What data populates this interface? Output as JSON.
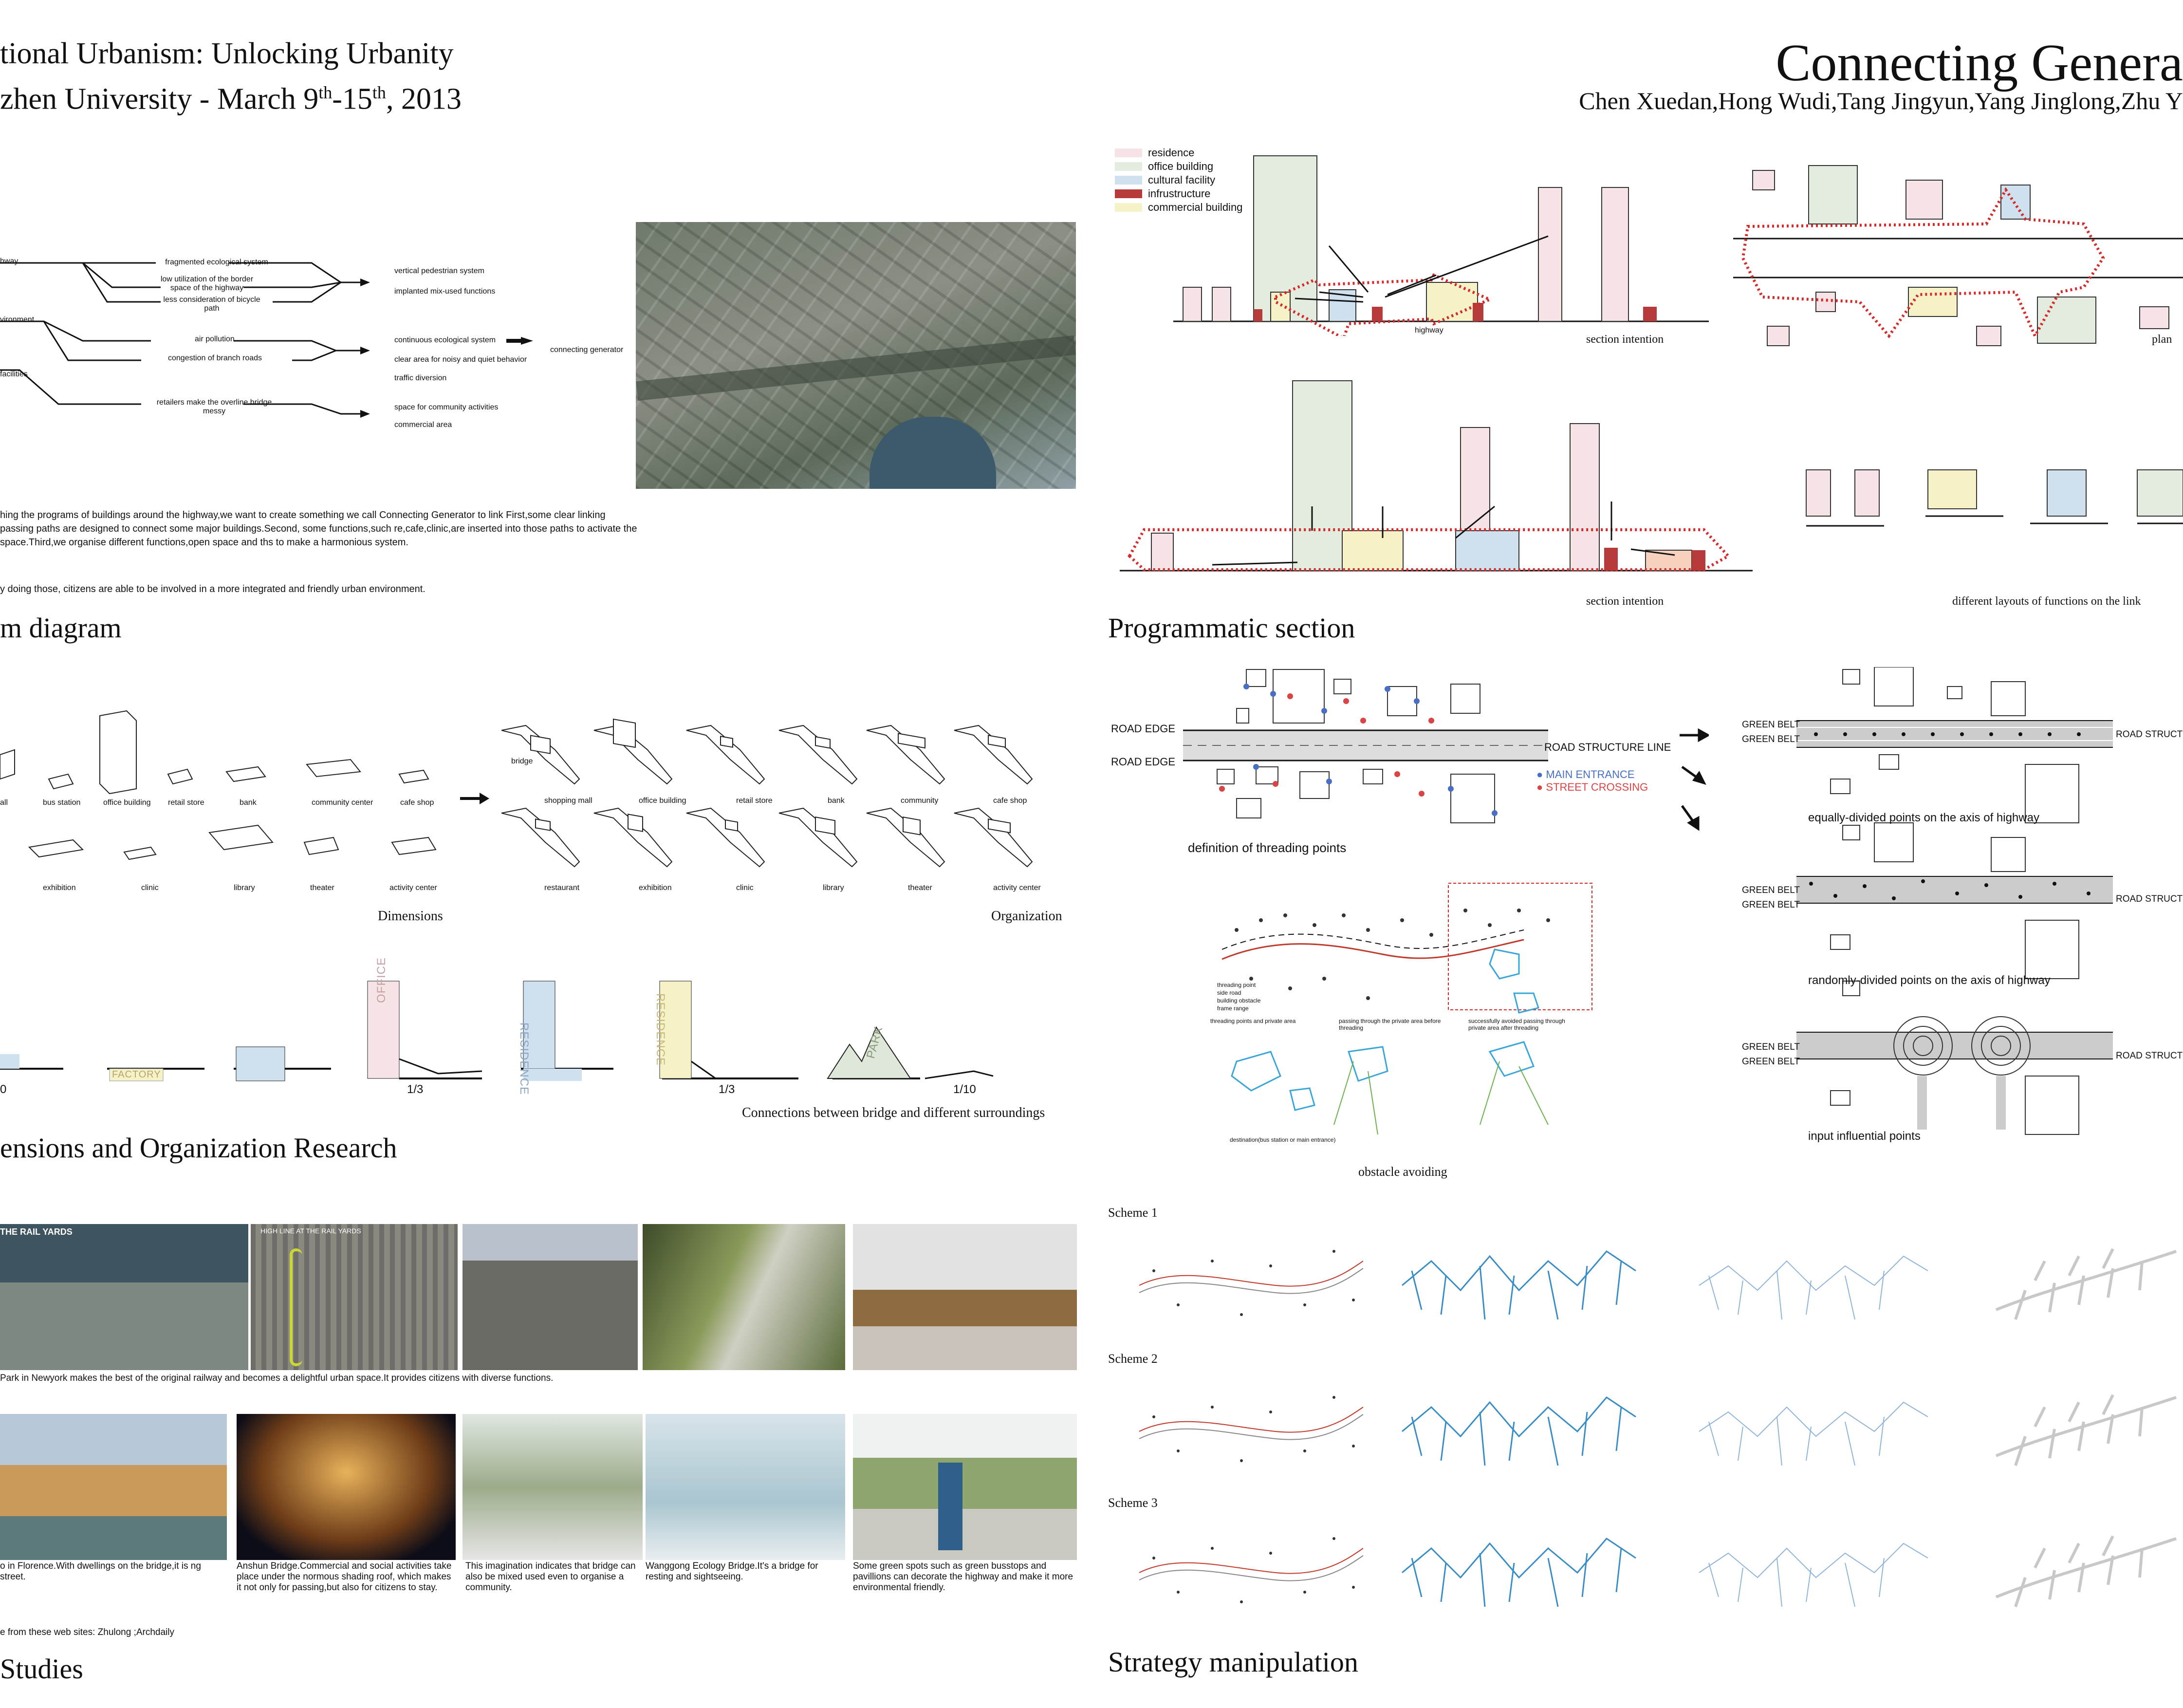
{
  "header": {
    "left_line1": "tional Urbanism: Unlocking Urbanity",
    "left_line2_pre": "zhen University - March 9",
    "left_line2_sup1": "th",
    "left_line2_mid": "-15",
    "left_line2_sup2": "th",
    "left_line2_post": ", 2013",
    "title": "Connecting Genera",
    "authors": "Chen Xuedan,Hong Wudi,Tang Jingyun,Yang Jinglong,Zhu Y"
  },
  "problem": {
    "left_labels": [
      "hway",
      "vironment",
      "facilities"
    ],
    "mid_labels": [
      "fragmented ecological system",
      "low utilization of the border space of the highway",
      "less consideration of bicycle path",
      "air pollution",
      "congestion of branch roads",
      "retailers make the overline bridge messy"
    ],
    "right_labels": [
      "vertical pedestrian system",
      "implanted mix-used functions",
      "continuous ecological system",
      "clear area for noisy and quiet behavior",
      "traffic diversion",
      "space for community activities",
      "commercial area"
    ],
    "result": "connecting generator",
    "paragraph": "hing the programs of buildings around the highway,we want to create something we call Connecting Generator to link First,some clear linking passing paths are designed to connect some major buildings.Second, some functions,such re,cafe,clinic,are inserted into those paths to activate the space.Third,we organise different functions,open space and ths to make a harmonious system.",
    "paragraph2": "y doing those, citizens are able to be involved in a more integrated and friendly urban environment.",
    "title": "m diagram"
  },
  "dimensions": {
    "blocks": [
      "all",
      "bus station",
      "office building",
      "retail store",
      "bank",
      "community center",
      "cafe shop",
      "exhibition",
      "clinic",
      "library",
      "theater",
      "activity center"
    ],
    "dimensions_caption": "Dimensions",
    "org_top": [
      "shopping mall",
      "office building",
      "retail store",
      "bank",
      "community",
      "cafe shop"
    ],
    "org_bottom": [
      "restaurant",
      "exhibition",
      "clinic",
      "library",
      "theater",
      "activity center"
    ],
    "bridge_label": "bridge",
    "org_caption": "Organization",
    "connection_labels": [
      "FACTORY",
      "OFFICE",
      "RESIDENCE",
      "RESIDENCE",
      "PARK"
    ],
    "ratios": [
      "0",
      "1/3",
      "1/3",
      "1/10"
    ],
    "connection_caption": "Connections between bridge and different surroundings",
    "title": "ensions and Organization Research"
  },
  "case": {
    "rail_yards": "THE RAIL YARDS",
    "rail_yards2": "HIGH LINE AT THE RAIL YARDS",
    "highline_caption": "Park in Newyork makes the best of the original railway and becomes a delightful urban space.It provides citizens with diverse functions.",
    "captions": [
      "o in Florence.With dwellings on the bridge,it is ng street.",
      "Anshun Bridge.Commercial and social activities take place under the normous shading roof, which makes it not only for passing,but also for citizens to stay.",
      "This imagination indicates that bridge can also be mixed used even to organise a community.",
      "Wanggong Ecology Bridge.It's a bridge for resting and sightseeing.",
      "Some green spots such as green busstops and pavillions can decorate the highway and make it more environmental friendly."
    ],
    "source": "e from these web sites: Zhulong ;Archdaily",
    "title": "Studies"
  },
  "program": {
    "legend": [
      "residence",
      "office building",
      "cultural facility",
      "infrustructure",
      "commercial building"
    ],
    "legend_colors": [
      "#f6e3e5",
      "#e4ece0",
      "#cfe0ef",
      "#b73b3b",
      "#f6f2c8"
    ],
    "highway": "highway",
    "section_intention": "section intention",
    "plan": "plan",
    "layouts": "different layouts of functions on the link",
    "title": "Programmatic section"
  },
  "threading": {
    "road_edge": "ROAD EDGE",
    "road_line": "ROAD STRUCTURE LINE",
    "main_entrance": "MAIN ENTRANCE",
    "street_crossing": "STREET CROSSING",
    "definition": "definition of threading points",
    "green_belt": "GREEN BELT",
    "road_struct": "ROAD STRUCT",
    "equal": "equally-divided points on the axis of highway",
    "random": "randomly-divided points on the axis of highway",
    "input": "input influential points",
    "obstacle_legend": [
      "threading point",
      "side road",
      "building obstacle",
      "frame range"
    ],
    "obstacle_subs": [
      "threading points and private area",
      "passing through the private area before threading",
      "successfully avoided passing through private area after threading"
    ],
    "destination": "destination(bus station or main entrance)",
    "obstacle": "obstacle avoiding"
  },
  "strategy": {
    "schemes": [
      "Scheme 1",
      "Scheme 2",
      "Scheme 3"
    ],
    "title": "Strategy manipulation"
  }
}
